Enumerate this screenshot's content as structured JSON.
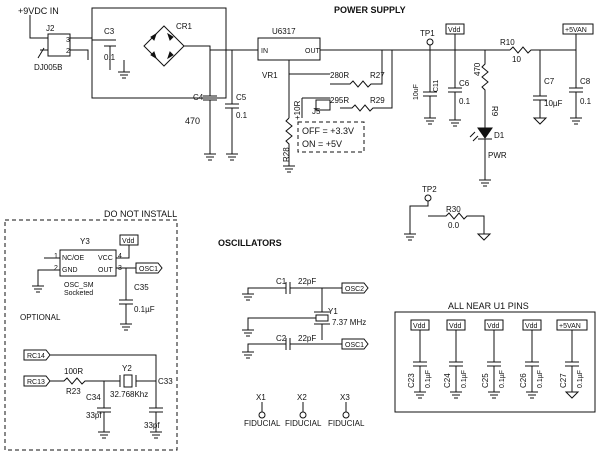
{
  "headers": {
    "power_supply": "POWER SUPPLY",
    "oscillators": "OSCILLATORS",
    "do_not_install": "DO NOT INSTALL",
    "all_near_u1": "ALL NEAR U1 PINS",
    "optional": "OPTIONAL"
  },
  "power": {
    "input_label": "+9VDC IN",
    "j2": "J2",
    "j2_pin3": "3",
    "j2_pin2": "2",
    "j2_part": "DJ005B",
    "c3": "C3",
    "c3_val": "0.1",
    "cr1": "CR1",
    "c4": "C4",
    "c4_val": "470",
    "c5": "C5",
    "c5_val": "0.1",
    "u6": "U6317",
    "u6_in": "IN",
    "u6_out": "OUT",
    "vr1": "VR1",
    "r27_val": "280R",
    "r27": "R27",
    "r29_val": "295R",
    "r29": "R29",
    "j5": "J5",
    "r28_val": "+10R",
    "r28": "R28",
    "jumper_off": "OFF = +3.3V",
    "jumper_on": "ON = +5V",
    "tp1": "TP1",
    "vdd": "Vdd",
    "c11_val": "10uF",
    "c11": "C11",
    "c6": "C6",
    "c6_val": "0.1",
    "r9_val": "470",
    "r9": "R9",
    "d1": "D1",
    "pwr": "PWR",
    "r10": "R10",
    "r10_val": "10",
    "vsan": "+5VAN",
    "c7": "C7",
    "c7_val": "10µF",
    "c8": "C8",
    "c8_val": "0.1"
  },
  "test": {
    "tp2": "TP2",
    "r30": "R30",
    "r30_val": "0.0"
  },
  "optional_block": {
    "vdd": "Vdd",
    "y3": "Y3",
    "pin_nc_oe": "NC/OE",
    "pin_gnd": "GND",
    "pin_vcc": "VCC",
    "pin_out": "OUT",
    "pin1": "1",
    "pin2": "2",
    "pin3": "3",
    "pin4": "4",
    "osc_part": "OSC_SM",
    "socketed": "Socketed",
    "osc1": "OSC1",
    "c35": "C35",
    "c35_val": "0.1µF",
    "rc14": "RC14",
    "rc13": "RC13",
    "r23_val": "100R",
    "r23": "R23",
    "y2": "Y2",
    "y2_val": "32.768Khz",
    "c34": "C34",
    "c34_val": "33pf",
    "c33": "C33",
    "c33_val": "33pf"
  },
  "oscillators": {
    "c1": "C1",
    "c1_val": "22pF",
    "osc2": "OSC2",
    "y1": "Y1",
    "y1_val": "7.37 MHz",
    "c2": "C2",
    "c2_val": "22pF",
    "osc1": "OSC1"
  },
  "fiducials": [
    {
      "ref": "X1",
      "label": "FIDUCIAL"
    },
    {
      "ref": "X2",
      "label": "FIDUCIAL"
    },
    {
      "ref": "X3",
      "label": "FIDUCIAL"
    }
  ],
  "bypass": {
    "caps": [
      {
        "rail": "Vdd",
        "ref": "C23",
        "val": "0.1µF"
      },
      {
        "rail": "Vdd",
        "ref": "C24",
        "val": "0.1µF"
      },
      {
        "rail": "Vdd",
        "ref": "C25",
        "val": "0.1µF"
      },
      {
        "rail": "Vdd",
        "ref": "C26",
        "val": "0.1µF"
      },
      {
        "rail": "+5VAN",
        "ref": "C27",
        "val": "0.1µF"
      }
    ]
  }
}
